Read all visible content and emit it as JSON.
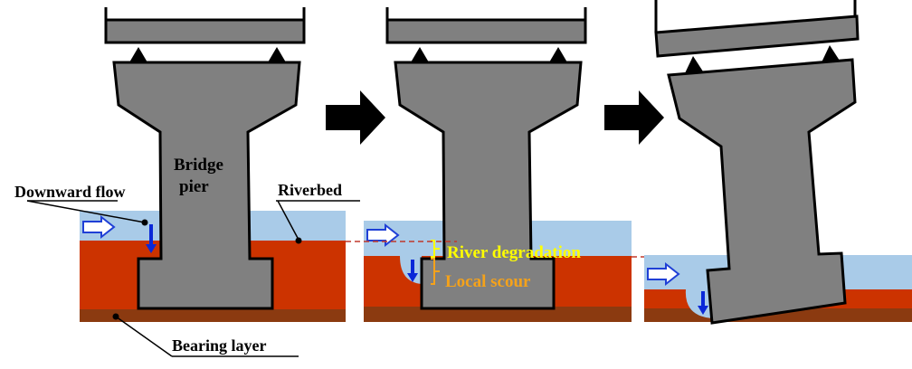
{
  "labels": {
    "bridge_pier_line1": "Bridge",
    "bridge_pier_line2": "pier",
    "downward_flow": "Downward flow",
    "riverbed": "Riverbed",
    "bearing_layer": "Bearing layer",
    "river_degradation": "River degradation",
    "local_scour": "Local scour"
  },
  "colors": {
    "pier": "#808080",
    "water": "#a9cbe8",
    "riverbed": "#cc3300",
    "bearing_layer": "#8b3a10",
    "flow_arrow_outline": "#1f3fd6",
    "downward_arrow": "#0a28d8",
    "degradation_text": "#ffff00",
    "scour_text": "#f5a21a",
    "reference_line": "#c0392b"
  },
  "icons": {
    "stage_arrow": "thick-right-arrow-icon",
    "flow": "hollow-right-arrow-icon",
    "downward": "down-arrow-icon",
    "bearing_support": "triangle-bearing-icon"
  }
}
